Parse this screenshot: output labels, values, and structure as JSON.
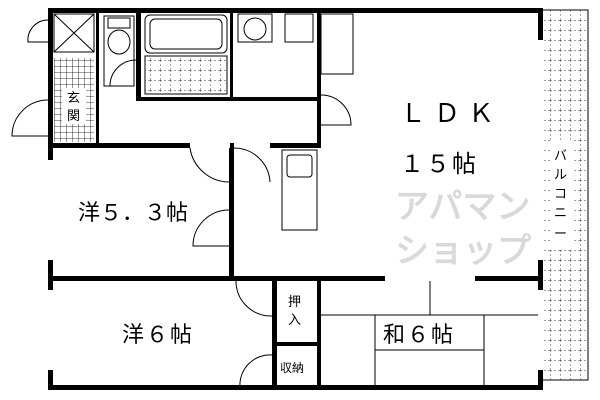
{
  "floorplan": {
    "rooms": {
      "ldk": "ＬＤＫ",
      "ldk_size": "１５帖",
      "western1": "洋５．３帖",
      "western2": "洋６帖",
      "japanese": "和６帖",
      "closet1": [
        "押",
        "入"
      ],
      "closet2": "収納",
      "entrance": [
        "玄",
        "関"
      ],
      "balcony": [
        "バ",
        "ル",
        "コ",
        "ニ",
        "ー"
      ]
    },
    "watermark": [
      "アパマン",
      "ショップ"
    ],
    "colors": {
      "wall": "#000000",
      "background": "#ffffff",
      "watermark": "#d9d9d9"
    }
  }
}
